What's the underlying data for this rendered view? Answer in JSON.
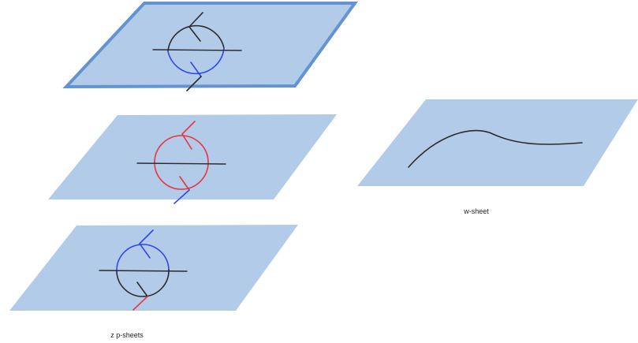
{
  "labels": {
    "p_sheets": "z p-sheets",
    "w_sheet": "w-sheet"
  },
  "colors": {
    "sheet_fill": "#b1cbe9",
    "sheet_highlight_border": "#6393d0",
    "black": "#2b2b2b",
    "red": "#e8343f",
    "blue": "#3146e8"
  },
  "icons": {
    "circle_with_cut": "circle-with-horizontal-cut"
  }
}
